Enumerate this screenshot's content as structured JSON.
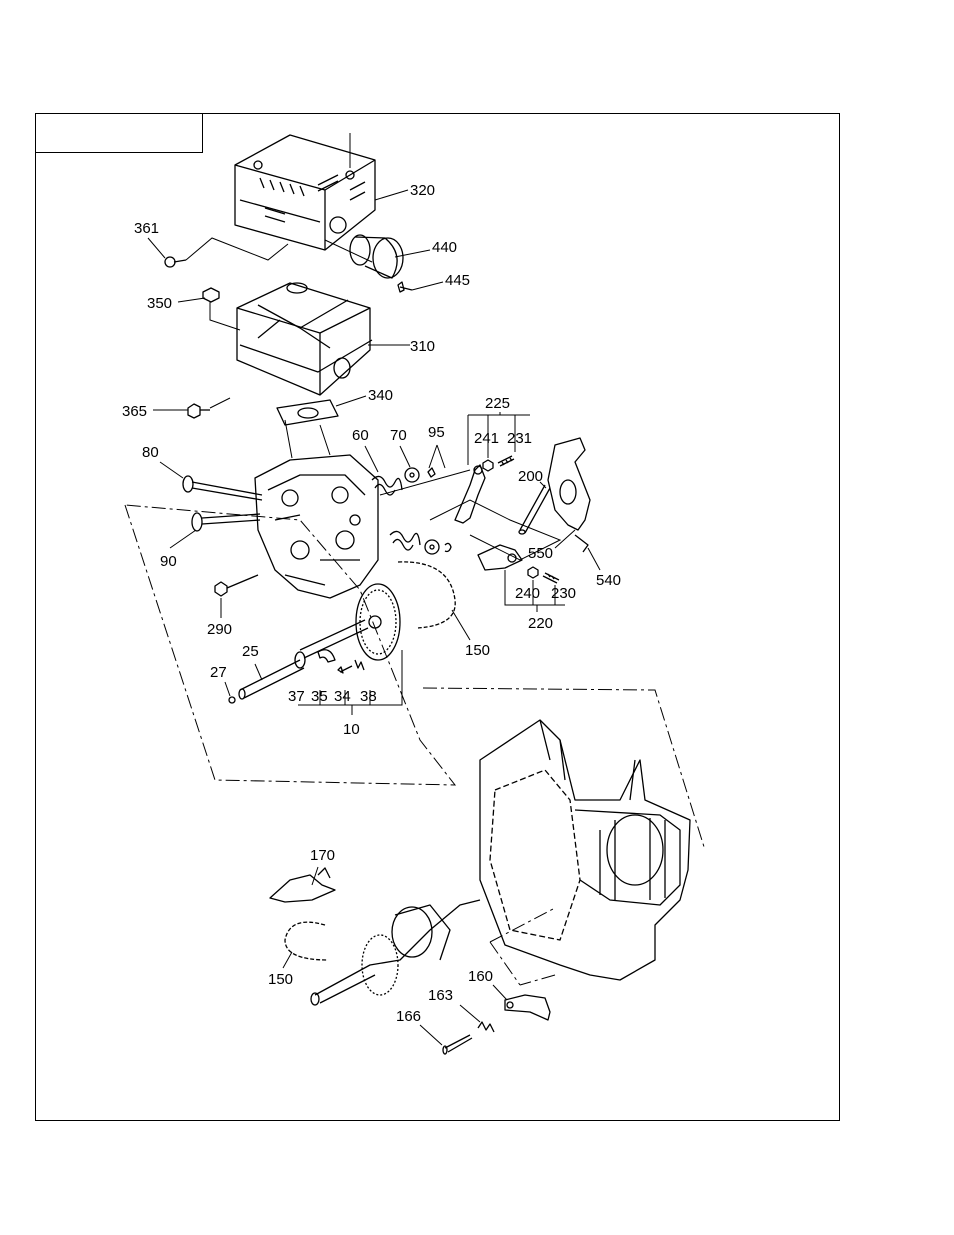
{
  "labels": {
    "l320": "320",
    "l361": "361",
    "l440": "440",
    "l445": "445",
    "l350": "350",
    "l310": "310",
    "l365": "365",
    "l340": "340",
    "l225": "225",
    "l241": "241",
    "l231": "231",
    "l60": "60",
    "l70": "70",
    "l95": "95",
    "l80": "80",
    "l200": "200",
    "l90": "90",
    "l550": "550",
    "l540": "540",
    "l240": "240",
    "l230": "230",
    "l220": "220",
    "l290": "290",
    "l150a": "150",
    "l25": "25",
    "l27": "27",
    "l37": "37",
    "l35": "35",
    "l34": "34",
    "l38": "38",
    "l10": "10",
    "l170": "170",
    "l150b": "150",
    "l160": "160",
    "l163": "163",
    "l166": "166"
  }
}
